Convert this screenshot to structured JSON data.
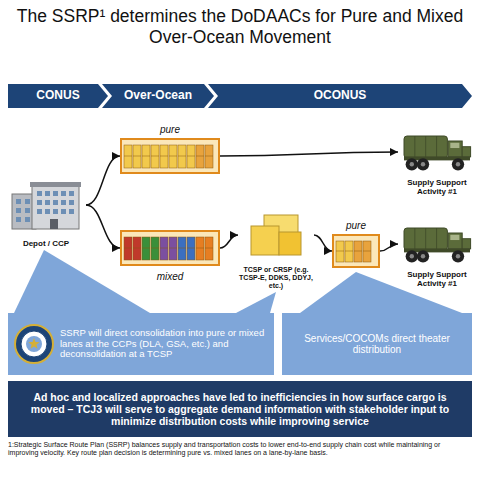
{
  "diagram": {
    "title": "The SSRP¹ determines the DoDAACs for Pure and Mixed Over-Ocean Movement",
    "caption": "1:Strategic Surface Route Plan (SSRP) balances supply and transportation costs to lower end-to-end supply chain cost while maintaining or improving velocity. Key route plan decision is determining pure vs. mixed lanes on a lane-by-lane basis.",
    "nodes": [
      {
        "text": [
          "CONUS"
        ]
      },
      {
        "text": [
          "Over-Ocean"
        ]
      },
      {
        "text": [
          "OCONUS"
        ]
      },
      {
        "text": [
          "Depot / CCP"
        ]
      },
      {
        "text": [
          "pure"
        ]
      },
      {
        "text": [
          "Supply Support Activity #1"
        ]
      },
      {
        "text": [
          "mixed"
        ]
      },
      {
        "text": [
          "TCSP or CRSP (e.g. TCSP-E, DDKS, DDYJ, etc.)"
        ]
      },
      {
        "text": [
          "pure"
        ]
      },
      {
        "text": [
          "Supply Support Activity #1"
        ]
      },
      {
        "text": [
          "SSRP will direct consolidation into pure or mixed lanes at the CCPs (DLA, GSA, etc.) and deconsolidation at a TCSP"
        ]
      },
      {
        "text": [
          "Services/COCOMs direct theater distribution"
        ]
      },
      {
        "text": [
          "Ad hoc and localized approaches have led to inefficiencies in how surface cargo is moved – TCJ3 will serve to aggregate demand information with stakeholder input to minimize distribution costs while improving service"
        ]
      }
    ],
    "edges": [
      {
        "from": 3,
        "to": 4,
        "arrow": "to"
      },
      {
        "from": 4,
        "to": 5,
        "arrow": "to"
      },
      {
        "from": 3,
        "to": 6,
        "arrow": "to"
      },
      {
        "from": 6,
        "to": 7,
        "arrow": "to"
      },
      {
        "from": 7,
        "to": 8,
        "arrow": "to"
      },
      {
        "from": 8,
        "to": 9,
        "arrow": "to"
      }
    ]
  }
}
